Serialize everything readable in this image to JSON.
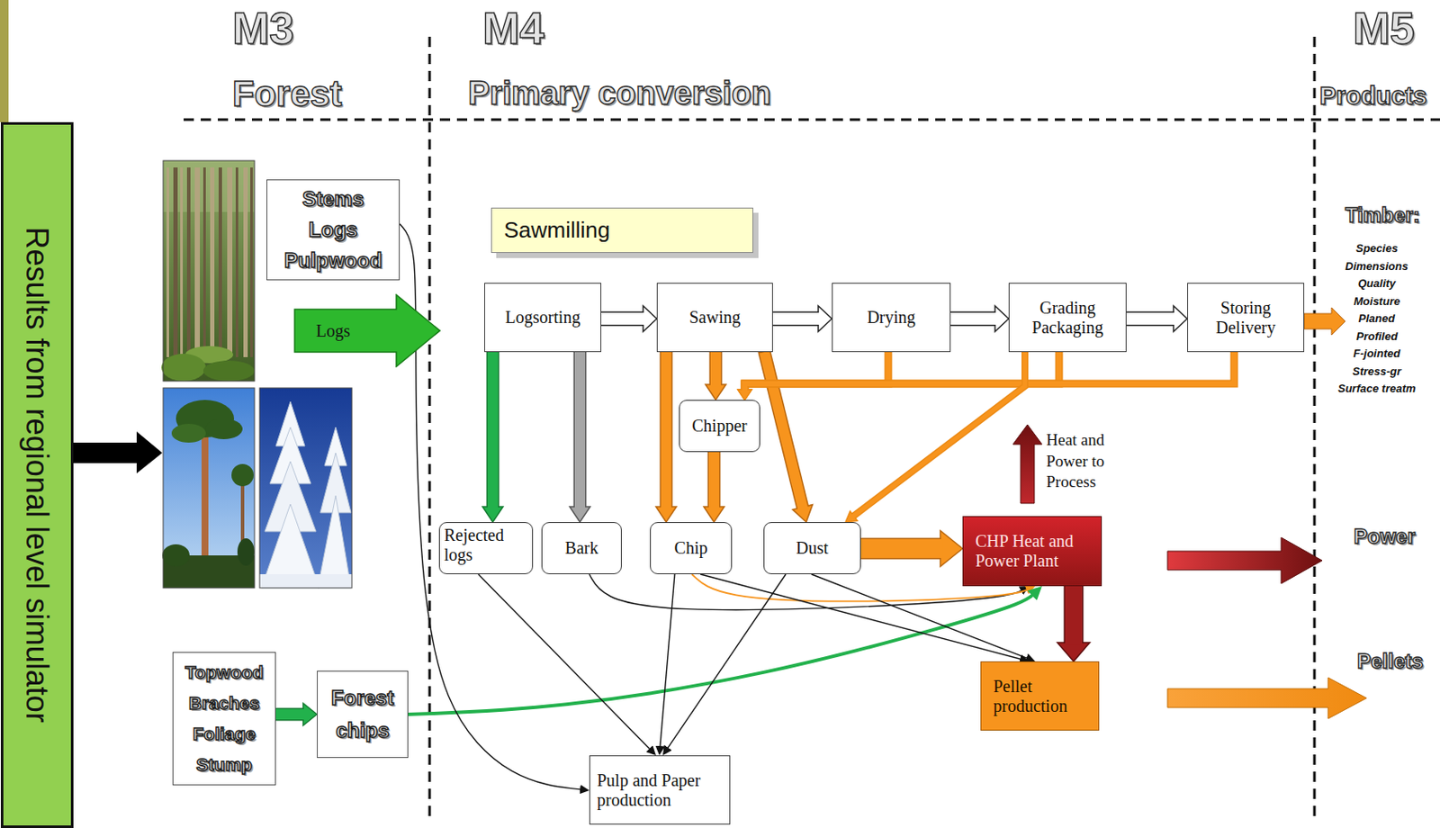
{
  "diagram": {
    "nodes": [
      {
        "text": [
          "Results from regional level simulator"
        ]
      },
      {
        "text": [
          "Stems",
          "Logs",
          "Pulpwood"
        ]
      },
      {
        "text": [
          "Logs"
        ]
      },
      {
        "text": [
          "Sawmilling"
        ]
      },
      {
        "text": [
          "Logsorting"
        ]
      },
      {
        "text": [
          "Sawing"
        ]
      },
      {
        "text": [
          "Drying"
        ]
      },
      {
        "text": [
          "Grading Packaging"
        ]
      },
      {
        "text": [
          "Storing Delivery"
        ]
      },
      {
        "text": [
          "Chipper"
        ]
      },
      {
        "text": [
          "Rejected logs"
        ]
      },
      {
        "text": [
          "Bark"
        ]
      },
      {
        "text": [
          "Chip"
        ]
      },
      {
        "text": [
          "Dust"
        ]
      },
      {
        "text": [
          "CHP Heat and Power Plant"
        ]
      },
      {
        "text": [
          "Topwood",
          "Braches",
          "Foliage",
          "Stump"
        ]
      },
      {
        "text": [
          "Forest chips"
        ]
      },
      {
        "text": [
          "Pellet production"
        ]
      },
      {
        "text": [
          "Pulp and Paper production"
        ]
      }
    ],
    "edges": [
      {
        "from": 4,
        "to": 5,
        "arrow": "to"
      },
      {
        "from": 5,
        "to": 6,
        "arrow": "to"
      },
      {
        "from": 6,
        "to": 7,
        "arrow": "to"
      },
      {
        "from": 7,
        "to": 8,
        "arrow": "to"
      },
      {
        "from": 4,
        "to": 10,
        "arrow": "to"
      },
      {
        "from": 4,
        "to": 11,
        "arrow": "to"
      },
      {
        "from": 5,
        "to": 12,
        "arrow": "to"
      },
      {
        "from": 5,
        "to": 9,
        "arrow": "to"
      },
      {
        "from": 9,
        "to": 12,
        "arrow": "to"
      },
      {
        "from": 5,
        "to": 13,
        "arrow": "to"
      },
      {
        "from": 6,
        "to": 9,
        "arrow": "to"
      },
      {
        "from": 7,
        "to": 9,
        "arrow": "to"
      },
      {
        "from": 8,
        "to": 9,
        "arrow": "to"
      },
      {
        "from": 7,
        "to": 13,
        "arrow": "to"
      },
      {
        "from": 13,
        "to": 14,
        "arrow": "to"
      },
      {
        "from": 11,
        "to": 14,
        "arrow": "to"
      },
      {
        "from": 12,
        "to": 14,
        "arrow": "to"
      },
      {
        "from": 16,
        "to": 14,
        "arrow": "to"
      },
      {
        "from": 12,
        "to": 17,
        "arrow": "to"
      },
      {
        "from": 13,
        "to": 17,
        "arrow": "to"
      },
      {
        "from": 14,
        "to": 17,
        "arrow": "to"
      },
      {
        "from": 10,
        "to": 18,
        "arrow": "to"
      },
      {
        "from": 12,
        "to": 18,
        "arrow": "to"
      },
      {
        "from": 13,
        "to": 18,
        "arrow": "to"
      },
      {
        "from": 1,
        "to": 18,
        "arrow": "to"
      },
      {
        "from": 15,
        "to": 16,
        "arrow": "to"
      }
    ],
    "labels": [
      "M3",
      "Forest",
      "M4",
      "Primary conversion",
      "M5",
      "Products",
      "Heat and Power to Process",
      "Timber:",
      "Species",
      "Dimensions",
      "Quality",
      "Moisture",
      "Planed",
      "Profiled",
      "F-jointed",
      "Stress-gr",
      "Surface treatm",
      "Power",
      "Pellets"
    ]
  }
}
